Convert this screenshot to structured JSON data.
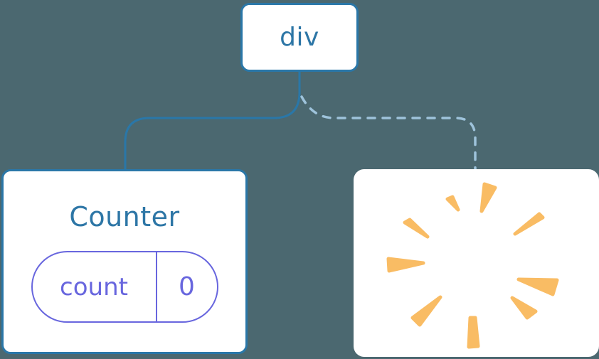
{
  "diagram": {
    "root": {
      "label": "div"
    },
    "children": [
      {
        "type": "component",
        "title": "Counter",
        "connection": "solid",
        "state": {
          "key": "count",
          "value": "0"
        }
      },
      {
        "type": "removed-component",
        "connection": "dashed",
        "icon": "poof-icon"
      }
    ]
  },
  "colors": {
    "background": "#4B6870",
    "node-bg": "#FFFFFF",
    "node-border": "#2A77A8",
    "node-text": "#2D76A6",
    "solid-line": "#2A77A8",
    "dashed-line": "#9EC3DB",
    "state-accent": "#6866DE",
    "poof": "#F9BC64"
  }
}
